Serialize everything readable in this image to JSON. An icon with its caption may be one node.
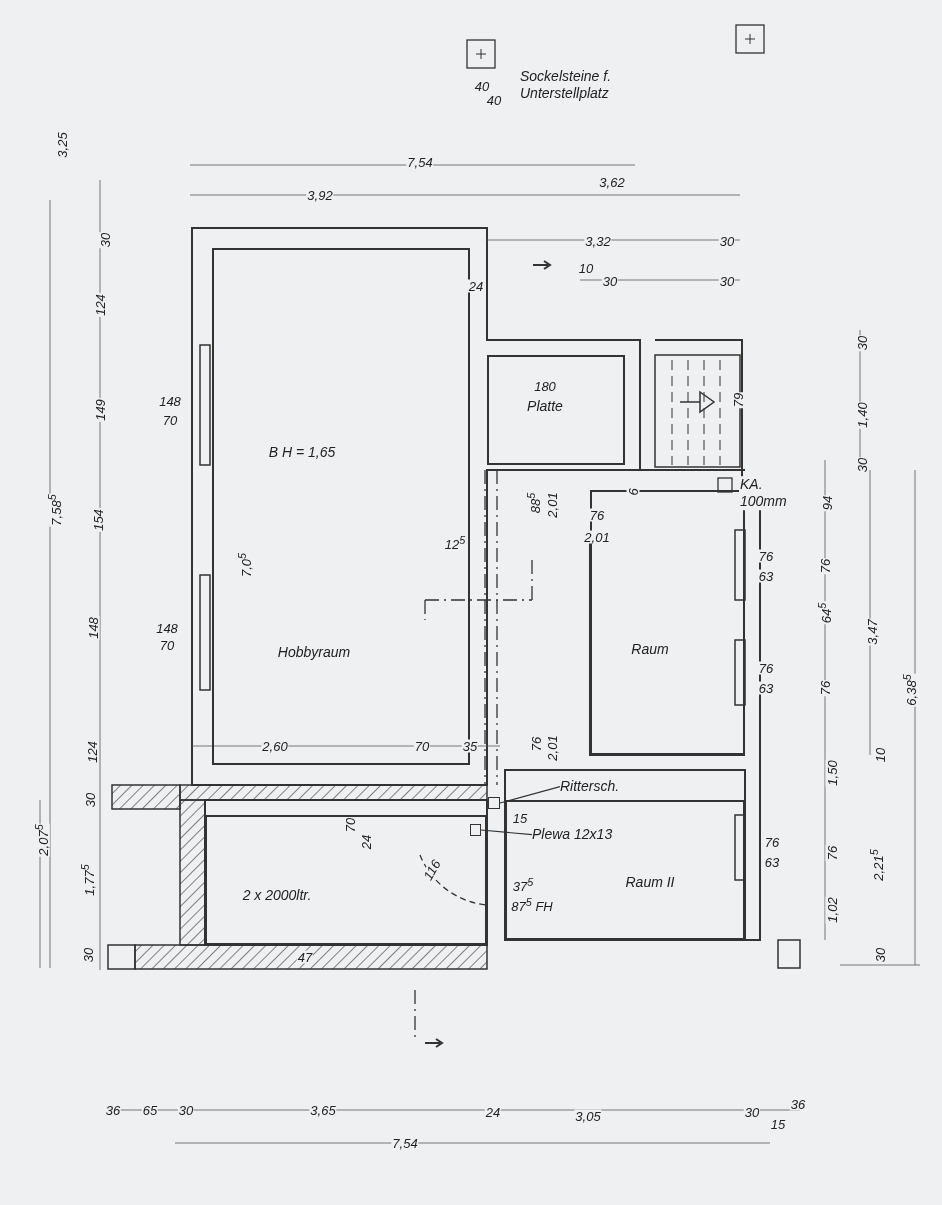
{
  "diagram": {
    "nodes": [
      {
        "text": [
          "B H = 1,65",
          "Hobbyraum"
        ]
      },
      {
        "text": [
          "Platte"
        ]
      },
      {
        "text": [
          "Raum"
        ]
      },
      {
        "text": [
          "Raum II"
        ]
      },
      {
        "text": [
          "2 x 2000ltr."
        ]
      },
      {
        "text": [
          "Rittersch."
        ]
      },
      {
        "text": [
          "Plewa 12x13"
        ],
        "in": 3
      },
      {
        "text": [],
        "shape": "box",
        "in": 4
      },
      {
        "text": [],
        "shape": "box"
      }
    ],
    "edges": [
      {
        "from": 5,
        "to": 8,
        "arrow": "none"
      },
      {
        "from": 6,
        "to": 7,
        "arrow": "none"
      }
    ],
    "labels": [
      "Sockelsteine f. Unterstellplatz",
      "40",
      "40",
      "3,25",
      "7,54",
      "3,92",
      "3,62",
      "3,32",
      "30",
      "24",
      "10",
      "30",
      "30",
      "30",
      "124",
      "148",
      "70",
      "149",
      "154",
      "7,58$^{5}$",
      "7,0$^{5}$",
      "148",
      "70",
      "148",
      "124",
      "180",
      "79",
      "30",
      "1,40",
      "30",
      "12$^{5}$",
      "88$^{5}$",
      "2,01",
      "76",
      "2,01",
      "6",
      "KA. 100mm",
      "94",
      "76",
      "63",
      "76",
      "64$^{5}$",
      "3,47",
      "6,38$^{5}$",
      "76",
      "63",
      "76",
      "2,60",
      "70",
      "35",
      "76",
      "2,01",
      "1,50",
      "10",
      "30",
      "2,07$^{5}$",
      "15",
      "70",
      "24",
      "76",
      "63",
      "76",
      "2,21$^{5}$",
      "1,02",
      "1,77$^{5}$",
      "116",
      "37$^{5}$",
      "87$^{5}$ FH",
      "47",
      "30",
      "30",
      "36",
      "65",
      "30",
      "3,65",
      "24",
      "3,05",
      "30",
      "36",
      "15",
      "7,54"
    ]
  }
}
